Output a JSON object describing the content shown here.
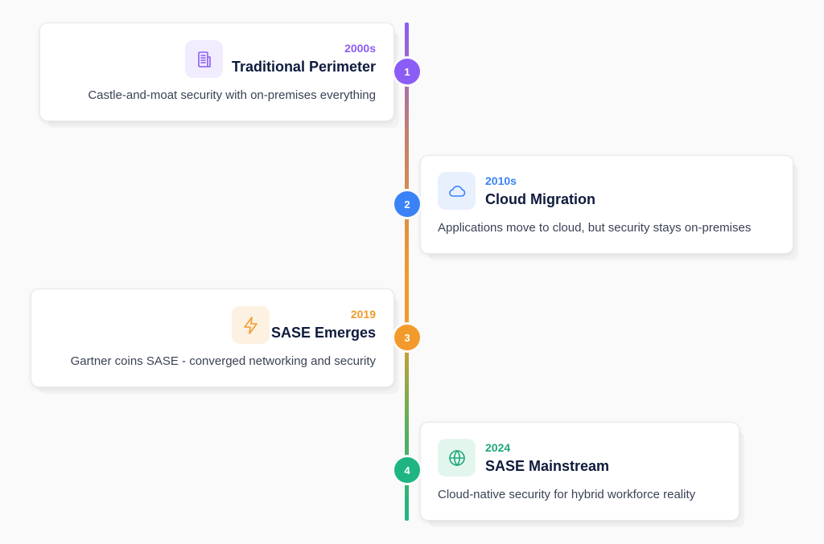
{
  "milestones": [
    {
      "number": "1",
      "period": "2000s",
      "title": "Traditional Perimeter",
      "description": "Castle-and-moat security with on-premises everything",
      "icon": "building-icon",
      "color": "#8b5cf6",
      "icon_bg": "#f1ecfe"
    },
    {
      "number": "2",
      "period": "2010s",
      "title": "Cloud Migration",
      "description": "Applications move to cloud, but security stays on-premises",
      "icon": "cloud-icon",
      "color": "#3b82f6",
      "icon_bg": "#e8f0fe"
    },
    {
      "number": "3",
      "period": "2019",
      "title": "SASE Emerges",
      "description": "Gartner coins SASE - converged networking and security",
      "icon": "lightning-icon",
      "color": "#f29b2c",
      "icon_bg": "#fdf1e2"
    },
    {
      "number": "4",
      "period": "2024",
      "title": "SASE Mainstream",
      "description": "Cloud-native security for hybrid workforce reality",
      "icon": "globe-icon",
      "color": "#1fa97a",
      "icon_bg": "#e3f6ee"
    }
  ]
}
